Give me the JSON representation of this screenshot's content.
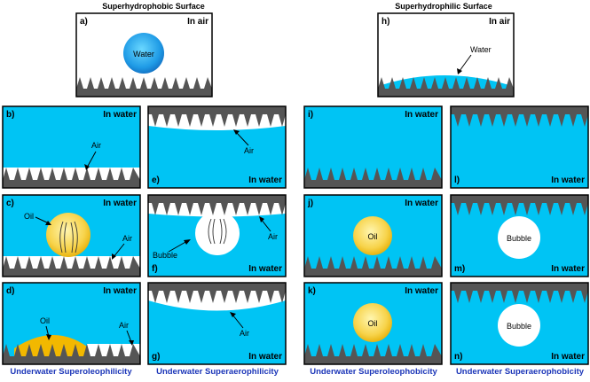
{
  "colors": {
    "water": "#00c4f4",
    "spike": "#555555",
    "oil": "#f2b800",
    "caption": "#1b35b8",
    "outline": "#000000"
  },
  "headers": {
    "left": "Superhydrophobic Surface",
    "right": "Superhydrophilic Surface"
  },
  "environments": {
    "air": "In air",
    "water": "In water"
  },
  "labels": {
    "water": "Water",
    "air": "Air",
    "oil": "Oil",
    "bubble": "Bubble"
  },
  "panels": {
    "a": "a)",
    "b": "b)",
    "c": "c)",
    "d": "d)",
    "e": "e)",
    "f": "f)",
    "g": "g)",
    "h": "h)",
    "i": "i)",
    "j": "j)",
    "k": "k)",
    "l": "l)",
    "m": "m)",
    "n": "n)"
  },
  "captions": {
    "d": "Underwater Superoleophilicity",
    "g": "Underwater Superaerophilicity",
    "k": "Underwater Superoleophobicity",
    "n": "Underwater Superaerophobicity"
  }
}
